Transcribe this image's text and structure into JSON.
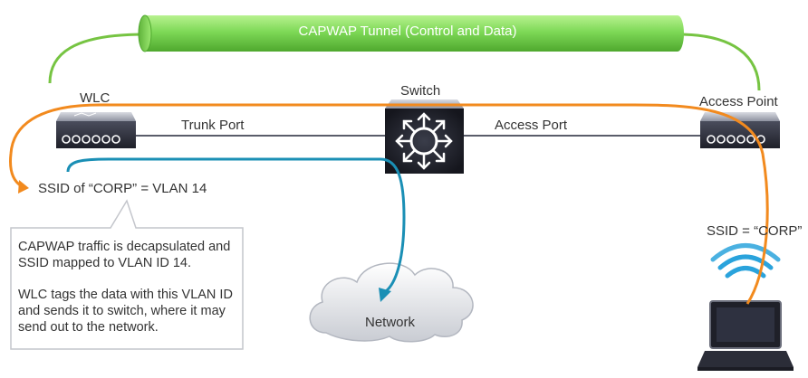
{
  "tunnel": {
    "label": "CAPWAP Tunnel (Control and Data)"
  },
  "devices": {
    "wlc": {
      "label": "WLC"
    },
    "switch": {
      "label": "Switch"
    },
    "access_point": {
      "label": "Access Point"
    }
  },
  "links": {
    "trunk_port": "Trunk Port",
    "access_port": "Access Port"
  },
  "ssid_mapping": "SSID of “CORP” = VLAN 14",
  "ssid_client": "SSID = “CORP”",
  "cloud": {
    "label": "Network"
  },
  "callout": {
    "paragraph1": "CAPWAP traffic is decapsulated and SSID mapped to VLAN ID 14.",
    "paragraph2": "WLC tags the data with this VLAN ID and sends it to switch, where it may send out to the network."
  },
  "colors": {
    "tunnel_green": "#7ed957",
    "tunnel_arc_green": "#76c442",
    "flow_orange": "#f28a1e",
    "flow_blue": "#1a8fb5",
    "device_dark": "#2b2d38",
    "wifi_blue": "#2aa3dc"
  }
}
